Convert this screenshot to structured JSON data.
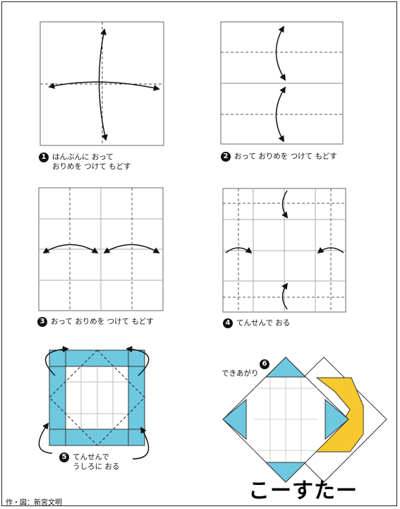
{
  "steps": [
    {
      "number": "1",
      "line1": "はんぶんに おって",
      "line2": "おりめを つけて もどす"
    },
    {
      "number": "2",
      "text": "おって おりめを つけて もどす"
    },
    {
      "number": "3",
      "text": "おって おりめを つけて もどす"
    },
    {
      "number": "4",
      "text": "てんせんで おる"
    },
    {
      "number": "5",
      "line1": "てんせんで",
      "line2": "うしろに おる"
    },
    {
      "number": "6",
      "text": "できあがり"
    }
  ],
  "title": "こーすたー",
  "credit": "作・図：新宮文明",
  "colors": {
    "paper_blue": "#6ec8e0",
    "paper_yellow": "#f7c92e",
    "line": "#555555",
    "arrow": "#111111"
  }
}
